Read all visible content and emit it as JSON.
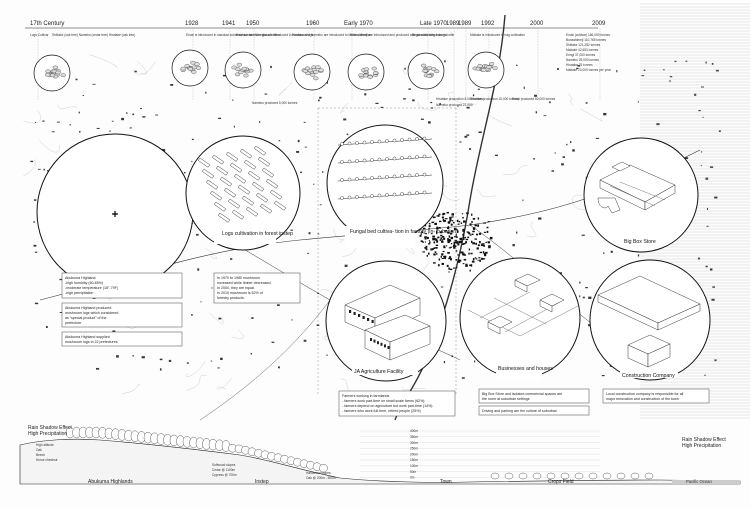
{
  "timeline": {
    "years": [
      "17th Century",
      "1928",
      "1941",
      "1950",
      "1960",
      "Early 1970",
      "Late 1970",
      "1989",
      "1989",
      "1992",
      "2000",
      "2009"
    ],
    "notes": [
      "Logs Cultivar",
      "Shiitake (oak tree) Nameko (cedar tree) Hiratake (oak tree)",
      "Enoki is introduced in sawdust substrate contained in glass bottles",
      "Hiratake and Nameko are introduced in hardwood logs",
      "Hiratake and Nameko are introduced to bottle cultivation",
      "Bunashimeji are introduced and produced with sawdust substrate in bottle",
      "Begin cultivating in bags",
      "Maitake is introduced to bag cultivation",
      "Enoki (cultivar) 166,000 tonnes",
      "Bunashimeji 110,765 tonnes",
      "Shiitake 121,282 tonnes",
      "Maitake 42,653 tonnes",
      "Eringi 37,000 tonnes",
      "Nameko 25,000 tonnes",
      "Hiratake 75 tonnes",
      "Maitake 20,000 tonnes per year"
    ],
    "sub_notes": [
      "Nameko produced 5,000 tonnes",
      "Nameko produced 21,000",
      "Hiratake production 15,000 tonnes",
      "Enoki produced 60,000 tonnes",
      "Hiratake production 8,000 tonnes"
    ]
  },
  "bubbles": {
    "logs": {
      "label": "Logs cultivation in forest instep"
    },
    "fungal": {
      "label": "Fungal bed cultiva- tion in factory (in- cubation)"
    },
    "bigbox": {
      "label": "Big Box Store"
    },
    "ja": {
      "label": "JA Agriculture Facility"
    },
    "business": {
      "label": "Businesses and houses"
    },
    "construction": {
      "label": "Construction Company"
    }
  },
  "notes": {
    "abukuma": [
      "Abukuma Highland:",
      "-high humidity (60-65%)",
      "-moderate temperature (18°-79F)",
      "-high precipitation"
    ],
    "abukuma2": [
      "Abukuma Highland produced",
      "mushroom logs which considered",
      "as \"special product\" of the",
      "prefecture"
    ],
    "abukuma3": [
      "Abukuma Highland supplied",
      "mushroom logs to 22 prefectures"
    ],
    "mushroom": [
      "In 1970 to 1980 mushroom",
      "increased while timber decreased.",
      "In 2000, they are equal.",
      "In 2010 mushroom is 52% of",
      "forestry products."
    ],
    "farmers": [
      "Farmers working in farmlands",
      "- farmers work part-time on small scale farms (62%)",
      "- farmers depend on agriculture but work part-time (14%)",
      "- farmers who work full-time, retired people (25%)"
    ],
    "bigbox": [
      "Big Box Store and isolated commercial spaces are",
      "the norm at suburban settings"
    ],
    "driving": [
      "Driving and parking are the culture of suburban"
    ],
    "construction": [
      "Local construction company is responsible for all",
      "major renovation and construction of the town"
    ]
  },
  "section": {
    "left_title": [
      "Rain Shadow Effect",
      "High Precipitation"
    ],
    "right_title": [
      "Rain Shadow Effect",
      "High Precipitation"
    ],
    "zones": [
      "Abukuma Highlands",
      "Instep",
      "Town",
      "Crops Field",
      "Pacific Ocean"
    ],
    "left_veg": [
      "High altitude",
      "Oak",
      "Beech",
      "Horse chestnut"
    ],
    "mid_veg": [
      "Softwood slopes",
      "Cedar @ 1100m",
      "Cypress @ 700m"
    ],
    "hard_veg": [
      "Hardwood slopes",
      "Oak @ 200m - 500m"
    ],
    "elev": [
      "400m",
      "350m",
      "300m",
      "250m",
      "200m",
      "150m",
      "100m",
      "50m",
      "0m"
    ]
  }
}
